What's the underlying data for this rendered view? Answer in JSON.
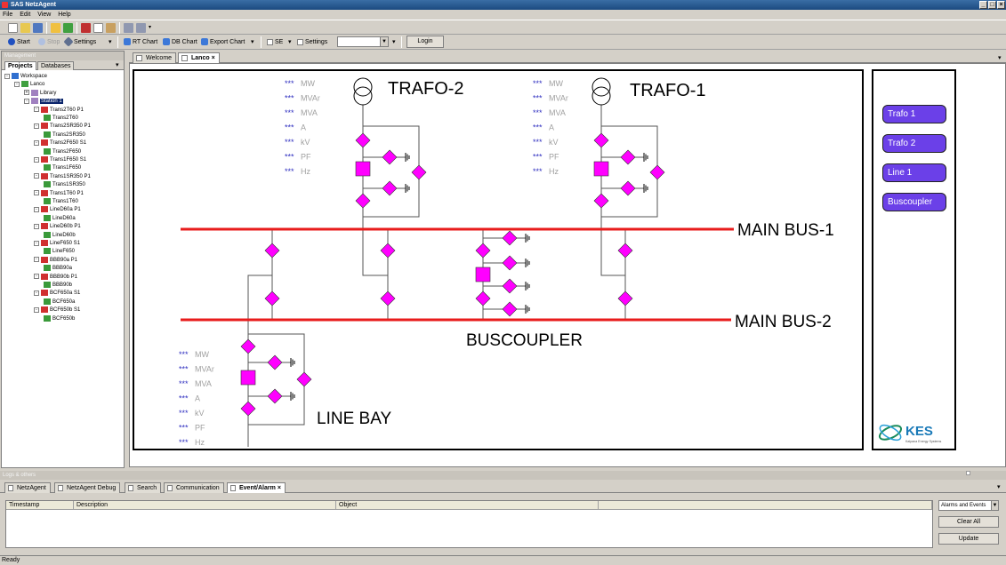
{
  "window": {
    "title": "SAS NetzAgent"
  },
  "menu": [
    "File",
    "Edit",
    "View",
    "Help"
  ],
  "toolbar2": {
    "start": "Start",
    "stop": "Stop",
    "settings": "Settings",
    "rt_chart": "RT Chart",
    "db_chart": "DB Chart",
    "export_chart": "Export Chart",
    "se": "SE",
    "settings2": "Settings",
    "login": "Login"
  },
  "left_panel": {
    "title": "Management",
    "tabs": [
      "Projects",
      "Databases"
    ]
  },
  "tree": [
    {
      "label": "Workspace",
      "level": 0,
      "exp": "-"
    },
    {
      "label": "Lanco",
      "level": 1,
      "exp": "-"
    },
    {
      "label": "Library",
      "level": 2,
      "exp": "+"
    },
    {
      "label": "Station 1",
      "level": 2,
      "exp": "-",
      "selected": true
    },
    {
      "label": "Trans2T60 P1",
      "level": 3,
      "exp": "-"
    },
    {
      "label": "Trans2T60",
      "level": 4
    },
    {
      "label": "Trans2SR350 P1",
      "level": 3,
      "exp": "-"
    },
    {
      "label": "Trans2SR350",
      "level": 4
    },
    {
      "label": "Trans2F650 S1",
      "level": 3,
      "exp": "-"
    },
    {
      "label": "Trans2F650",
      "level": 4
    },
    {
      "label": "Trans1F650 S1",
      "level": 3,
      "exp": "-"
    },
    {
      "label": "Trans1F650",
      "level": 4
    },
    {
      "label": "Trans1SR350 P1",
      "level": 3,
      "exp": "-"
    },
    {
      "label": "Trans1SR350",
      "level": 4
    },
    {
      "label": "Trans1T60 P1",
      "level": 3,
      "exp": "-"
    },
    {
      "label": "Trans1T60",
      "level": 4
    },
    {
      "label": "LineD60a P1",
      "level": 3,
      "exp": "-"
    },
    {
      "label": "LineD60a",
      "level": 4
    },
    {
      "label": "LineD60b P1",
      "level": 3,
      "exp": "-"
    },
    {
      "label": "LineD60b",
      "level": 4
    },
    {
      "label": "LineF650 S1",
      "level": 3,
      "exp": "-"
    },
    {
      "label": "LineF650",
      "level": 4
    },
    {
      "label": "BBB90a P1",
      "level": 3,
      "exp": "-"
    },
    {
      "label": "BBB90a",
      "level": 4
    },
    {
      "label": "BBB90b P1",
      "level": 3,
      "exp": "-"
    },
    {
      "label": "BBB90b",
      "level": 4
    },
    {
      "label": "BCF650a S1",
      "level": 3,
      "exp": "-"
    },
    {
      "label": "BCF650a",
      "level": 4
    },
    {
      "label": "BCF650b S1",
      "level": 3,
      "exp": "-"
    },
    {
      "label": "BCF650b",
      "level": 4
    }
  ],
  "doc_tabs": {
    "welcome": "Welcome",
    "lanco": "Lanco"
  },
  "diagram": {
    "trafo2": "TRAFO-2",
    "trafo1": "TRAFO-1",
    "bus1": "MAIN BUS-1",
    "bus2": "MAIN BUS-2",
    "buscoupler": "BUSCOUPLER",
    "linebay": "LINE BAY",
    "measure_value": "***",
    "measure_units": [
      "MW",
      "MVAr",
      "MVA",
      "A",
      "kV",
      "PF",
      "Hz"
    ]
  },
  "bay_buttons": [
    "Trafo 1",
    "Trafo 2",
    "Line 1",
    "Buscoupler"
  ],
  "logo": {
    "text": "KES",
    "sub": "Kalpana Energy Systems"
  },
  "logs": {
    "title": "Logs & others",
    "tabs": [
      "NetzAgent",
      "NetzAgent Debug",
      "Search",
      "Communication",
      "Event/Alarm"
    ],
    "columns": [
      "Timestamp",
      "Description",
      "Object"
    ],
    "filter": "Alarms and Events",
    "clear": "Clear All",
    "update": "Update"
  },
  "status": "Ready",
  "colors": {
    "bus": "#e81c1c",
    "switch": "#ff00ff",
    "measure_star": "#3030c0",
    "measure_unit": "#a0a0a0",
    "bay_button": "#6b40e8"
  }
}
